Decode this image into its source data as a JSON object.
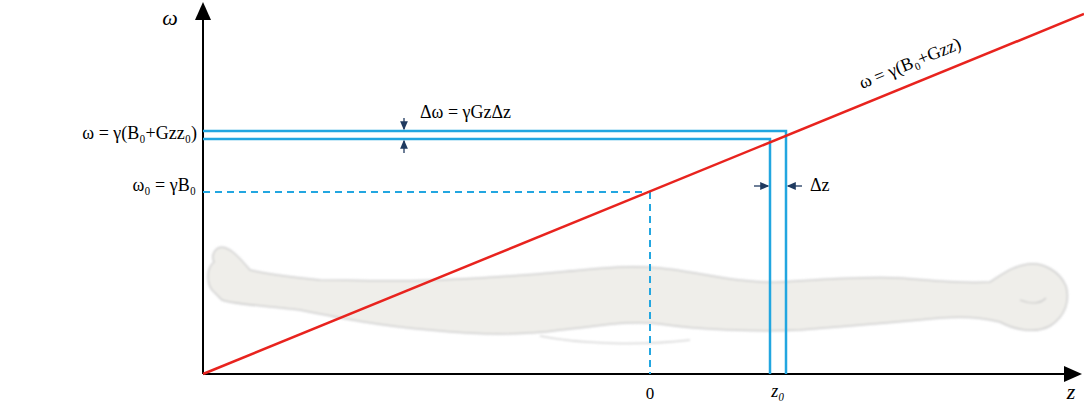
{
  "diagram": {
    "labels": [
      "ω",
      "z",
      "Δω = γGzΔz",
      "ω = γ(B₀+Gzz₀)",
      "ω₀ = γB₀",
      "ω = γ(B₀+Gzz)",
      "Δz",
      "0",
      "z₀"
    ]
  }
}
